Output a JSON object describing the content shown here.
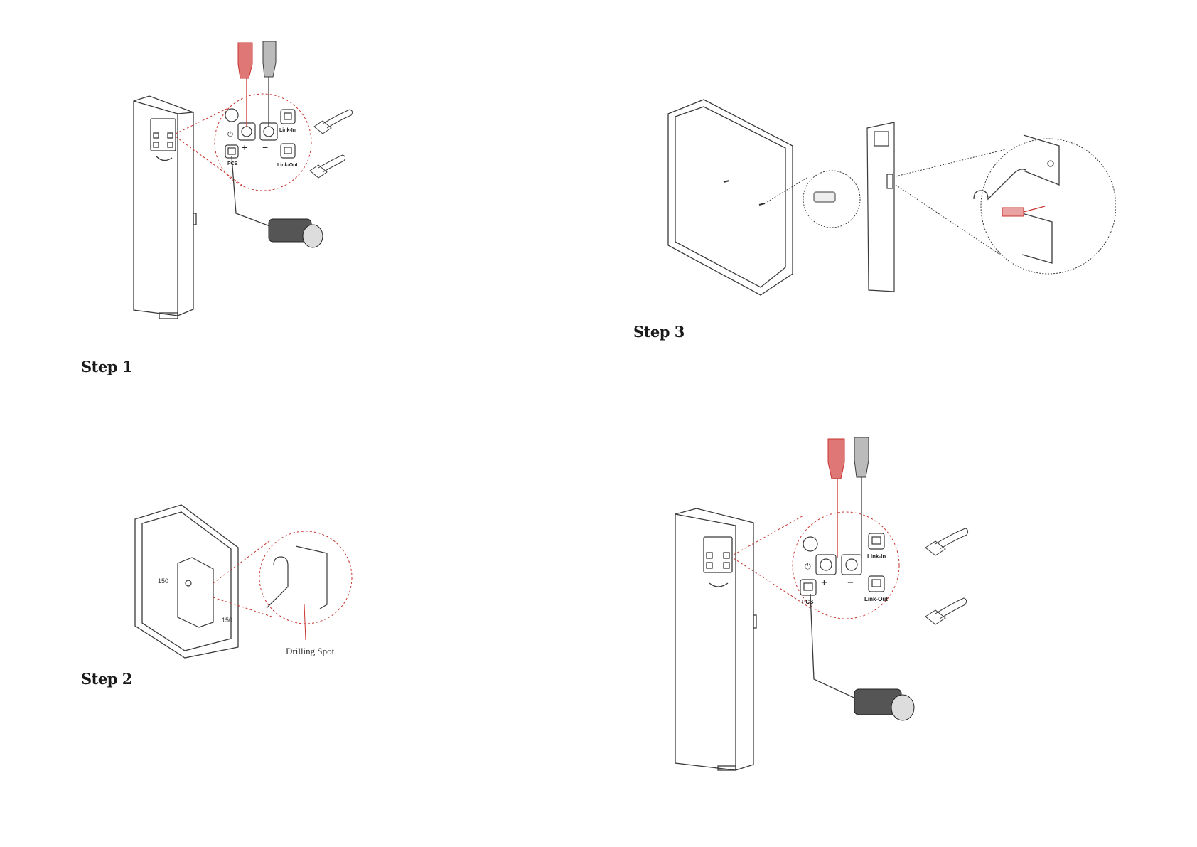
{
  "steps": {
    "step1": {
      "title": "Step 1"
    },
    "step2": {
      "title": "Step 2",
      "callout": "Drilling Spot",
      "dim_left": "150",
      "dim_right": "150"
    },
    "step3": {
      "title": "Step 3"
    },
    "step4": {
      "title": ""
    }
  },
  "ports": {
    "plus": "+",
    "minus": "−",
    "link_in": "Link-In",
    "link_out": "Link-Out",
    "pcs": "PCS"
  },
  "colors": {
    "accent": "#c8352f",
    "line": "#3a3a3a"
  },
  "icons": [
    "battery-cabinet",
    "positive-power-connector",
    "negative-power-connector",
    "communication-cable",
    "rj45-plug",
    "wall-bracket",
    "expansion-bolt",
    "power-button-icon"
  ]
}
